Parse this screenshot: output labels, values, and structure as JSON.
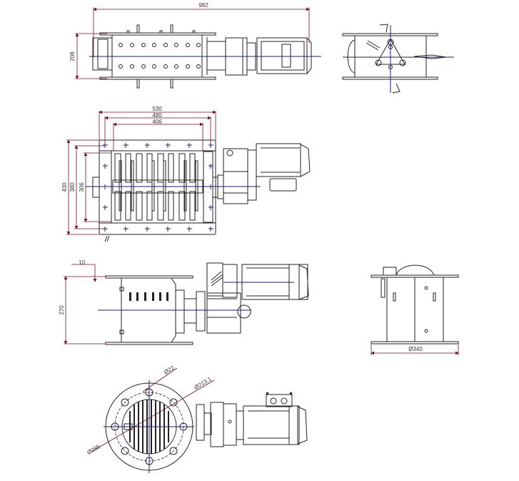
{
  "drawing": {
    "dimensions": {
      "overall_length": "982",
      "top_view_height": "208",
      "plate_width": "530",
      "bolt_pitch_width": "480",
      "inner_width": "406",
      "plate_depth": "430",
      "bolt_pitch_depth": "380",
      "inner_depth": "306",
      "plate_thickness": "10",
      "body_height": "270",
      "flange_diameter_side": "Ø340",
      "bolt_hole_diameter": "Ø22",
      "bolt_circle_diameter": "Ø213.1",
      "flange_diameter": "Ø295"
    },
    "colors": {
      "centerline": "#1a1f6e",
      "dimension": "#7a0e1e",
      "outline": "#222222"
    }
  }
}
